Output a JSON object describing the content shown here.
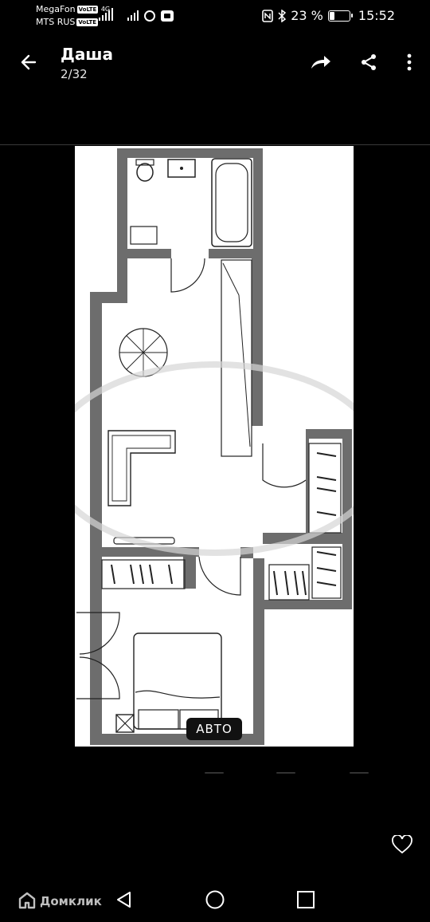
{
  "status_bar": {
    "carrier_1": "MegaFon",
    "carrier_1_badge": "VoLTE",
    "carrier_2": "MTS RUS",
    "carrier_2_badge": "VoLTE",
    "network": "4G",
    "battery_percent_text": "23 %",
    "battery_level": 0.23,
    "time": "15:52"
  },
  "header": {
    "title": "Даша",
    "counter": "2/32"
  },
  "image": {
    "badge": "АВТО"
  },
  "bottom": {
    "logo": "Домклик"
  },
  "colors": {
    "background": "#000000",
    "wall": "#6d6d6d",
    "plan_bg": "#ffffff"
  }
}
